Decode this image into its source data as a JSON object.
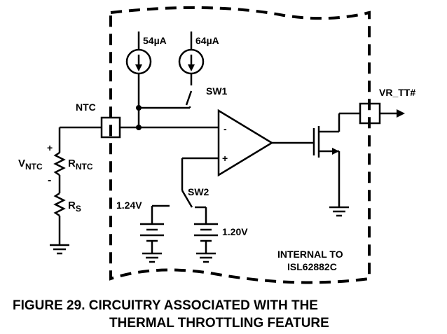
{
  "labels": {
    "current_source_1": "54µA",
    "current_source_2": "64µA",
    "switch_1": "SW1",
    "switch_2": "SW2",
    "ntc_pin": "NTC",
    "vr_tt_pin": "VR_TT#",
    "vntc_main": "V",
    "vntc_sub": "NTC",
    "rntc_main": "R",
    "rntc_sub": "NTC",
    "rs_main": "R",
    "rs_sub": "S",
    "ref_1": "1.24V",
    "ref_2": "1.20V",
    "plus": "+",
    "minus": "-",
    "opamp_minus": "-",
    "opamp_plus": "+",
    "internal_line1": "INTERNAL TO",
    "internal_line2": "ISL62882C"
  },
  "caption": {
    "line1": "FIGURE 29.  CIRCUITRY ASSOCIATED WITH THE",
    "line2": "THERMAL THROTTLING FEATURE"
  }
}
